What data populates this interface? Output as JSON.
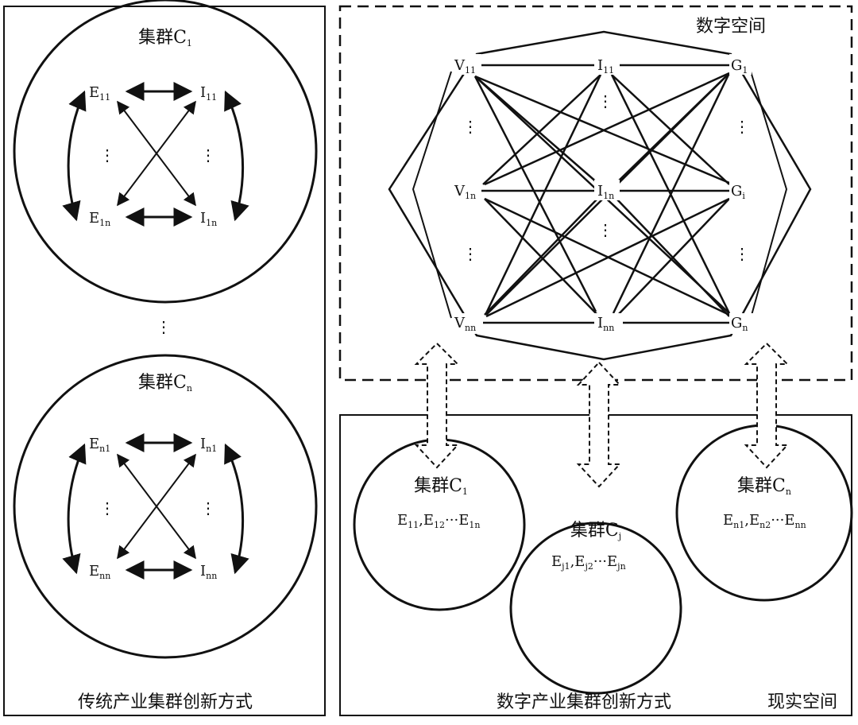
{
  "panels": {
    "traditional": {
      "caption": "传统产业集群创新方式",
      "cluster_top": {
        "title_prefix": "集群C",
        "title_sub": "1",
        "nodes": {
          "tl": {
            "letter": "E",
            "sub": "11"
          },
          "tr": {
            "letter": "I",
            "sub": "11"
          },
          "bl": {
            "letter": "E",
            "sub": "1n"
          },
          "br": {
            "letter": "I",
            "sub": "1n"
          }
        }
      },
      "cluster_bottom": {
        "title_prefix": "集群C",
        "title_sub": "n",
        "nodes": {
          "tl": {
            "letter": "E",
            "sub": "n1"
          },
          "tr": {
            "letter": "I",
            "sub": "n1"
          },
          "bl": {
            "letter": "E",
            "sub": "nn"
          },
          "br": {
            "letter": "I",
            "sub": "nn"
          }
        }
      },
      "between_dots": "⋮"
    },
    "digital": {
      "label": "数字空间",
      "nodes": {
        "v1": {
          "letter": "V",
          "sub": "11"
        },
        "i1": {
          "letter": "I",
          "sub": "11"
        },
        "g1": {
          "letter": "G",
          "sub": "1"
        },
        "v2": {
          "letter": "V",
          "sub": "1n"
        },
        "i2": {
          "letter": "I",
          "sub": "1n"
        },
        "g2": {
          "letter": "G",
          "sub": "i"
        },
        "v3": {
          "letter": "V",
          "sub": "nn"
        },
        "i3": {
          "letter": "I",
          "sub": "nn"
        },
        "g3": {
          "letter": "G",
          "sub": "n"
        }
      }
    },
    "real": {
      "label": "现实空间",
      "caption": "数字产业集群创新方式",
      "clusters": {
        "c1": {
          "title_prefix": "集群C",
          "title_sub": "1",
          "members": [
            {
              "l": "E",
              "s": "11"
            },
            {
              "l": "E",
              "s": "12"
            },
            {
              "l": "E",
              "s": "1n"
            }
          ]
        },
        "cj": {
          "title_prefix": "集群C",
          "title_sub": "j",
          "members": [
            {
              "l": "E",
              "s": "j1"
            },
            {
              "l": "E",
              "s": "j2"
            },
            {
              "l": "E",
              "s": "jn"
            }
          ]
        },
        "cn": {
          "title_prefix": "集群C",
          "title_sub": "n",
          "members": [
            {
              "l": "E",
              "s": "n1"
            },
            {
              "l": "E",
              "s": "n2"
            },
            {
              "l": "E",
              "s": "nn"
            }
          ]
        }
      },
      "member_sep": ",",
      "member_ellipsis": "···"
    }
  },
  "colors": {
    "stroke": "#111111",
    "arrow_fill": "#ffffff",
    "background": "#ffffff"
  }
}
